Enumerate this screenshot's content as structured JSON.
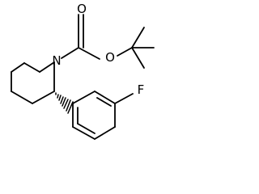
{
  "molecule": {
    "atoms": {
      "nitrogen": "N",
      "carbonyl_oxygen": "O",
      "ester_oxygen": "O",
      "fluorine": "F"
    },
    "colors": {
      "bond": "#000000",
      "text": "#000000",
      "background": "#ffffff"
    }
  }
}
